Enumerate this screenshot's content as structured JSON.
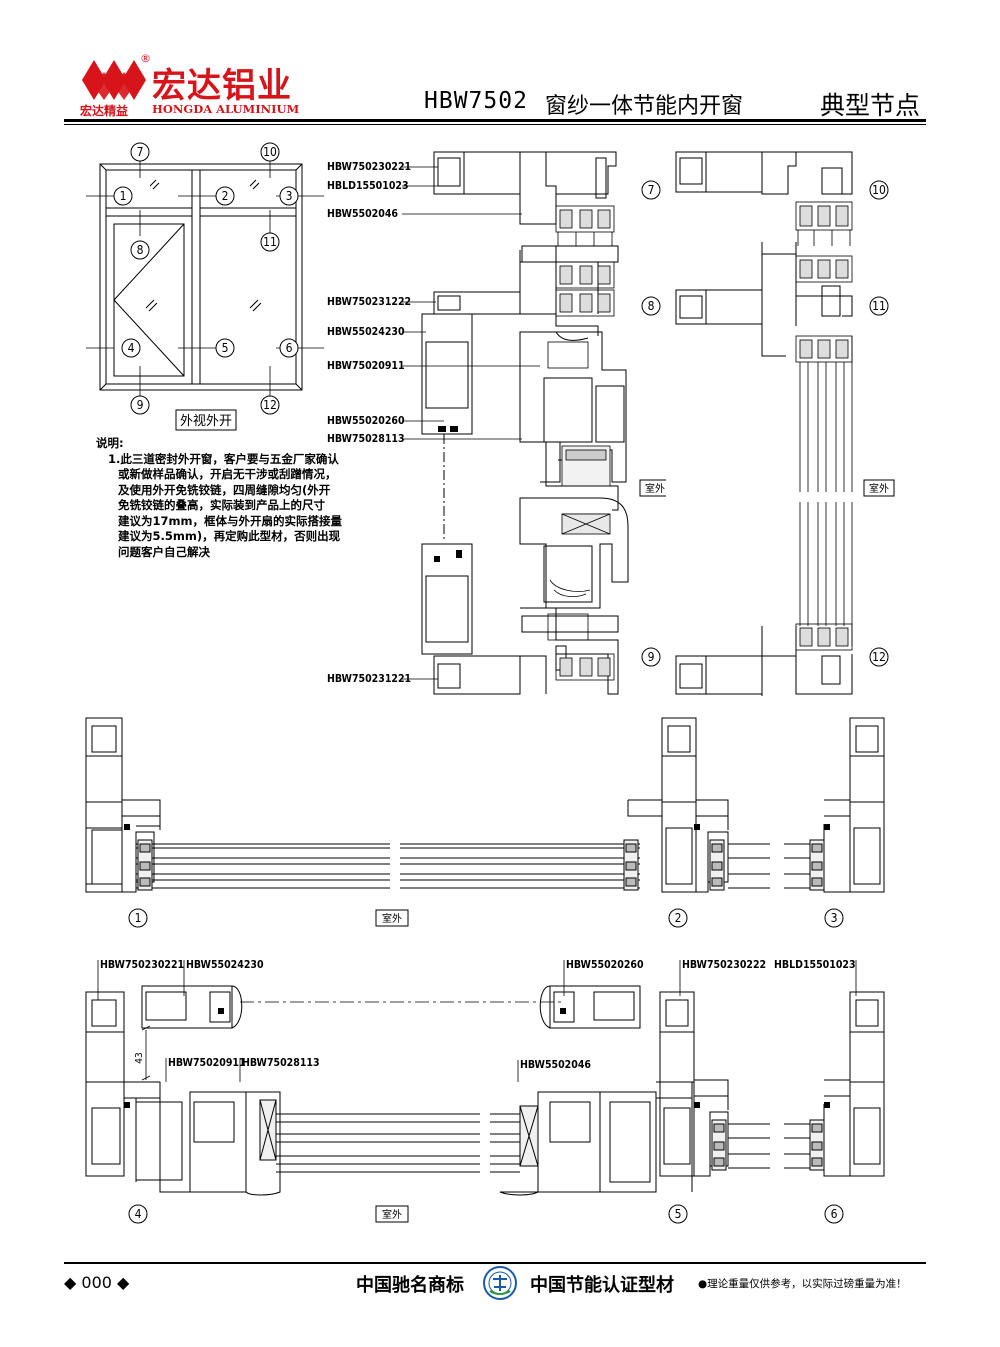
{
  "header": {
    "brand_cn": "宏达铝业",
    "brand_en": "HONGDA ALUMINIUM",
    "slogan": "宏达精益",
    "registered": "®",
    "model": "HBW7502",
    "product_name": "窗纱一体节能内开窗",
    "section": "典型节点"
  },
  "elevation": {
    "view_label": "外视外开",
    "callouts": [
      "1",
      "2",
      "3",
      "4",
      "5",
      "6",
      "7",
      "8",
      "9",
      "10",
      "11",
      "12"
    ]
  },
  "notes": {
    "heading": "说明:",
    "lines": [
      "1.此三道密封外开窗，客户要与五金厂家确认",
      "或新做样品确认，开启无干涉或刮蹭情况，",
      "及使用外开免铣铰链，四周缝隙均匀(外开",
      "免铣铰链的叠高，实际装到产品上的尺寸",
      "建议为17mm，框体与外开扇的实际搭接量",
      "建议为5.5mm)，再定购此型材，否则出现",
      "问题客户自己解决"
    ]
  },
  "vertical_section": {
    "labels": [
      "HBW750230221",
      "HBLD15501023",
      "HBW5502046",
      "HBW750231222",
      "HBW55024230",
      "HBW75020911",
      "HBW55020260",
      "HBW75028113",
      "HBW750231221"
    ],
    "outside_label": "室外",
    "node_numbers": [
      "7",
      "8",
      "9",
      "10",
      "11",
      "12"
    ]
  },
  "horizontal_section_1": {
    "node_numbers": [
      "1",
      "2",
      "3"
    ],
    "outside_label": "室外"
  },
  "horizontal_section_2": {
    "labels": [
      "HBW750230221",
      "HBW55024230",
      "HBW55020260",
      "HBW750230222",
      "HBLD15501023",
      "HBW75020911",
      "HBW75028113",
      "HBW5502046"
    ],
    "dimension": "43",
    "node_numbers": [
      "4",
      "5",
      "6"
    ],
    "outside_label": "室外"
  },
  "footer": {
    "page_number": "◆ 000 ◆",
    "trademark": "中国驰名商标",
    "certification": "中国节能认证型材",
    "disclaimer": "●理论重量仅供参考，以实际过磅重量为准！"
  }
}
